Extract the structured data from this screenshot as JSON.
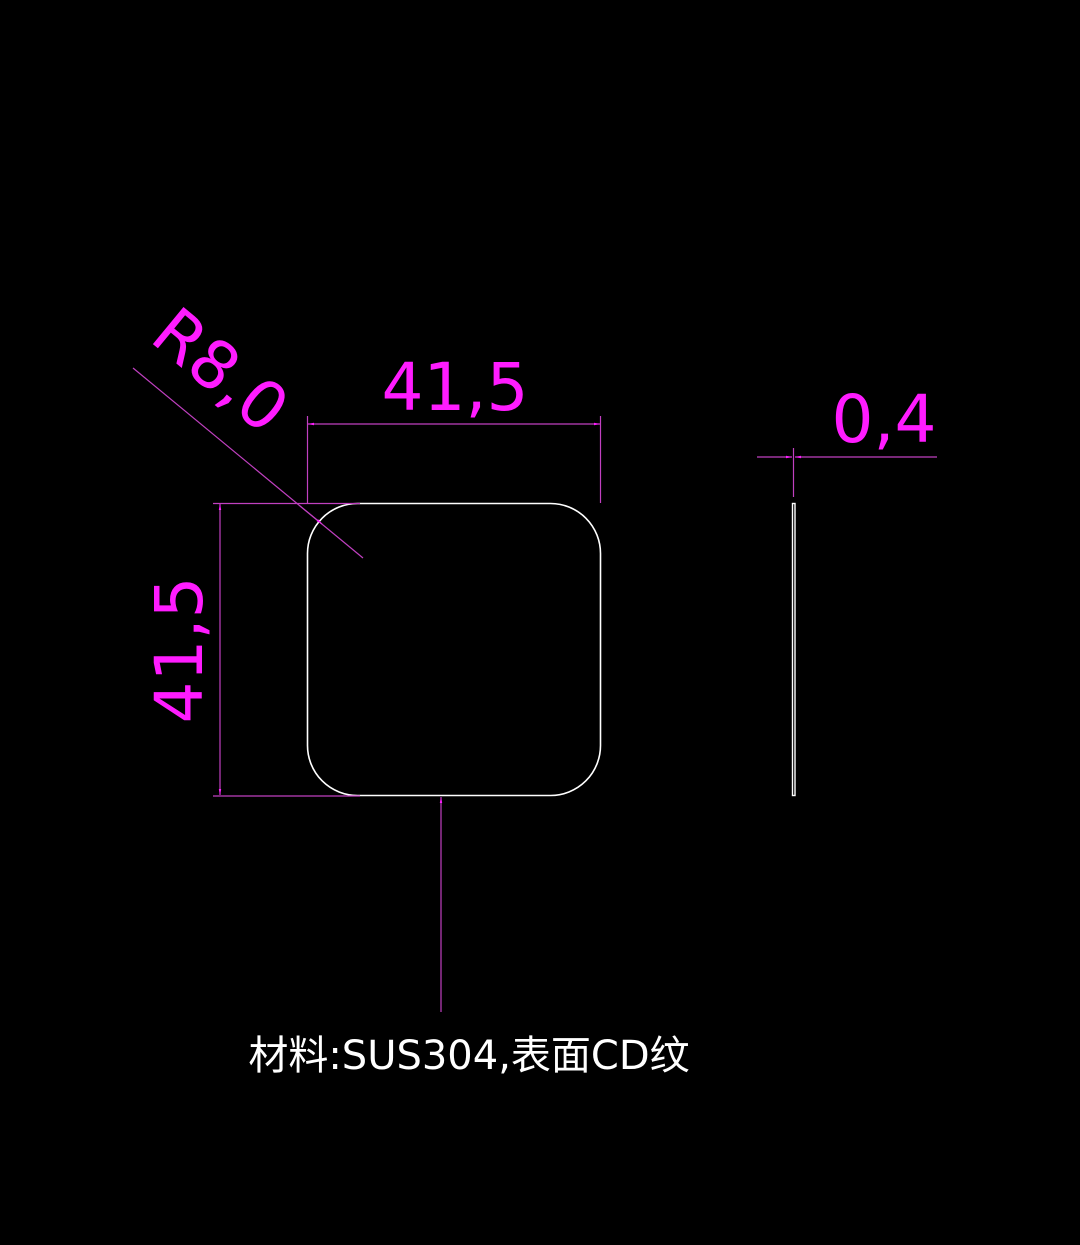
{
  "drawing": {
    "background": "#000000",
    "colors": {
      "dimension": "#ff1cff",
      "dimension_line": "#c040c0",
      "geometry": "#ffffff",
      "note": "#ffffff"
    },
    "front_view": {
      "shape": "rounded-square",
      "width_label": "41,5",
      "height_label": "41,5",
      "radius_label": "R8,0"
    },
    "side_view": {
      "thickness_label": "0,4"
    },
    "note": {
      "text": "材料:SUS304,表面CD纹"
    }
  }
}
